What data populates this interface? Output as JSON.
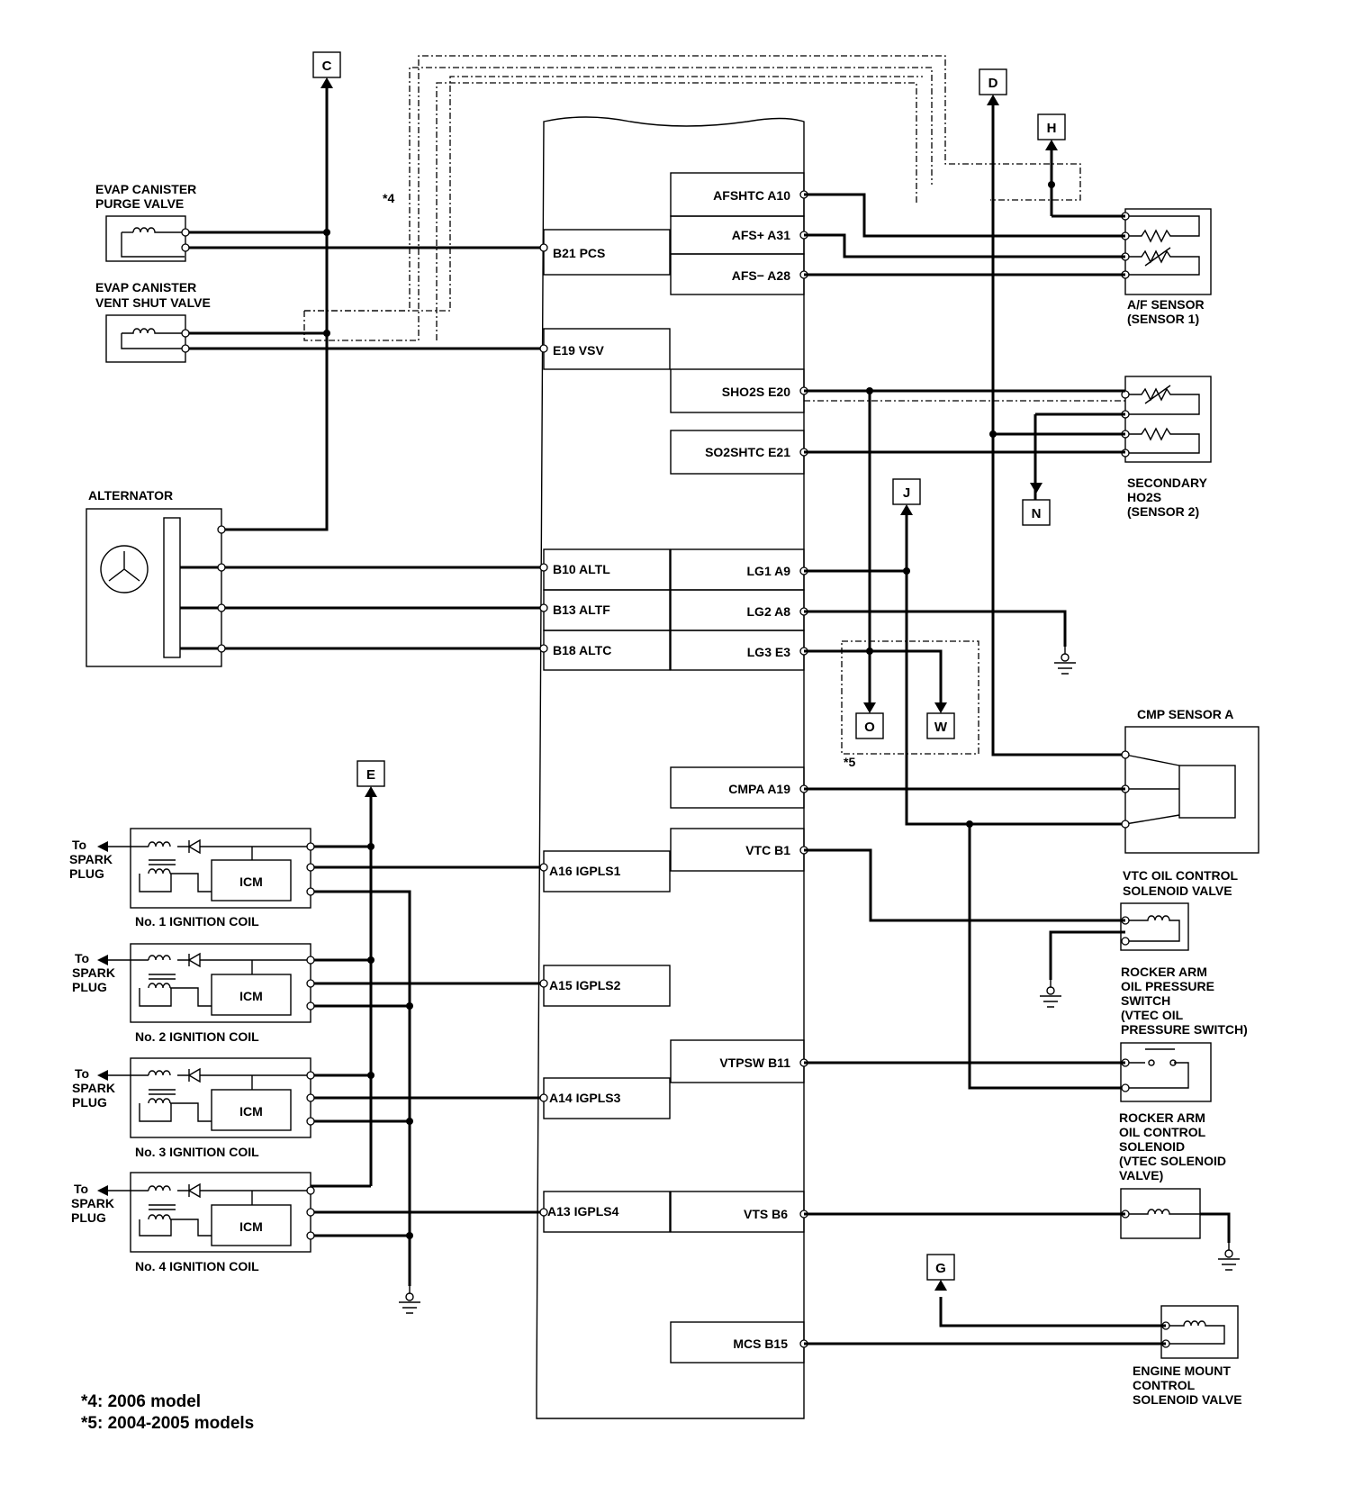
{
  "connectors": {
    "C": "C",
    "D": "D",
    "H": "H",
    "J": "J",
    "N": "N",
    "O": "O",
    "W": "W",
    "E": "E",
    "G": "G"
  },
  "notes": {
    "star4": "*4",
    "star5": "*5",
    "note4": "*4: 2006 model",
    "note5": "*5: 2004-2005 models"
  },
  "components": {
    "evap_purge": [
      "EVAP CANISTER",
      "PURGE VALVE"
    ],
    "evap_vent": [
      "EVAP CANISTER",
      "VENT SHUT VALVE"
    ],
    "alternator": "ALTERNATOR",
    "af_sensor": [
      "A/F SENSOR",
      "(SENSOR 1)"
    ],
    "ho2s": [
      "SECONDARY",
      "HO2S",
      "(SENSOR 2)"
    ],
    "cmp": "CMP SENSOR A",
    "vtc": [
      "VTC OIL CONTROL",
      "SOLENOID VALVE"
    ],
    "rocker_switch": [
      "ROCKER ARM",
      "OIL PRESSURE",
      "SWITCH",
      "(VTEC OIL",
      "PRESSURE SWITCH)"
    ],
    "rocker_solenoid": [
      "ROCKER ARM",
      "OIL CONTROL",
      "SOLENOID",
      "(VTEC SOLENOID",
      "VALVE)"
    ],
    "engine_mount": [
      "ENGINE MOUNT",
      "CONTROL",
      "SOLENOID VALVE"
    ],
    "coil1": "No. 1 IGNITION COIL",
    "coil2": "No. 2 IGNITION COIL",
    "coil3": "No. 3 IGNITION COIL",
    "coil4": "No. 4 IGNITION COIL",
    "icm": "ICM",
    "to_spark": [
      "To",
      "SPARK",
      "PLUG"
    ]
  },
  "pins": {
    "b21": "B21 PCS",
    "e19": "E19 VSV",
    "b10": "B10 ALTL",
    "b13": "B13 ALTF",
    "b18": "B18 ALTC",
    "a16": "A16 IGPLS1",
    "a15": "A15 IGPLS2",
    "a14": "A14 IGPLS3",
    "a13": "A13 IGPLS4",
    "a10": "AFSHTC A10",
    "a31": "AFS+ A31",
    "a28": "AFS− A28",
    "e20": "SHO2S E20",
    "e21": "SO2SHTC E21",
    "a9": "LG1 A9",
    "a8": "LG2 A8",
    "e3": "LG3 E3",
    "a19": "CMPA A19",
    "b1": "VTC B1",
    "b11": "VTPSW B11",
    "b6": "VTS B6",
    "b15": "MCS B15"
  }
}
